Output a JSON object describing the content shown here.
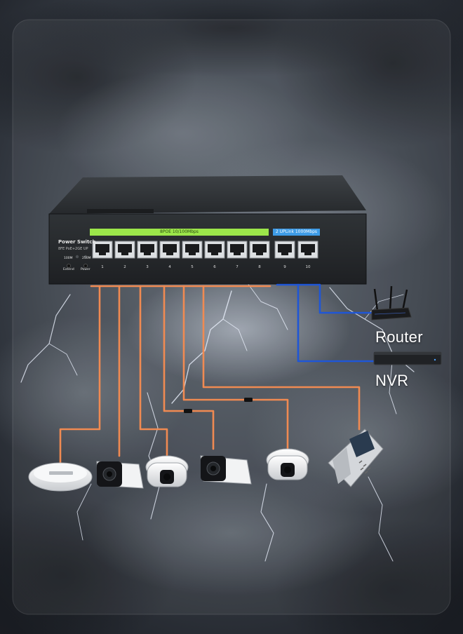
{
  "switch": {
    "title": "Power Switch",
    "subtitle": "8FE PoE+2GE UP",
    "led_labels": [
      "100M",
      "250M"
    ],
    "button_labels": [
      "Extend",
      "Power"
    ],
    "poe_bar": "8POE 10/100Mbps",
    "uplink_bar": "2 UPLink 1000Mbps",
    "port_numbers": [
      "1",
      "2",
      "3",
      "4",
      "5",
      "6",
      "7",
      "8",
      "9",
      "10"
    ]
  },
  "devices": {
    "router": "Router",
    "nvr": "NVR"
  },
  "colors": {
    "poe_bar": "#9ce64a",
    "uplink_bar": "#3e9be6",
    "poe_cable": "#f08a52",
    "uplink_cable": "#1f56d6",
    "switch_body": "#2d3033"
  }
}
